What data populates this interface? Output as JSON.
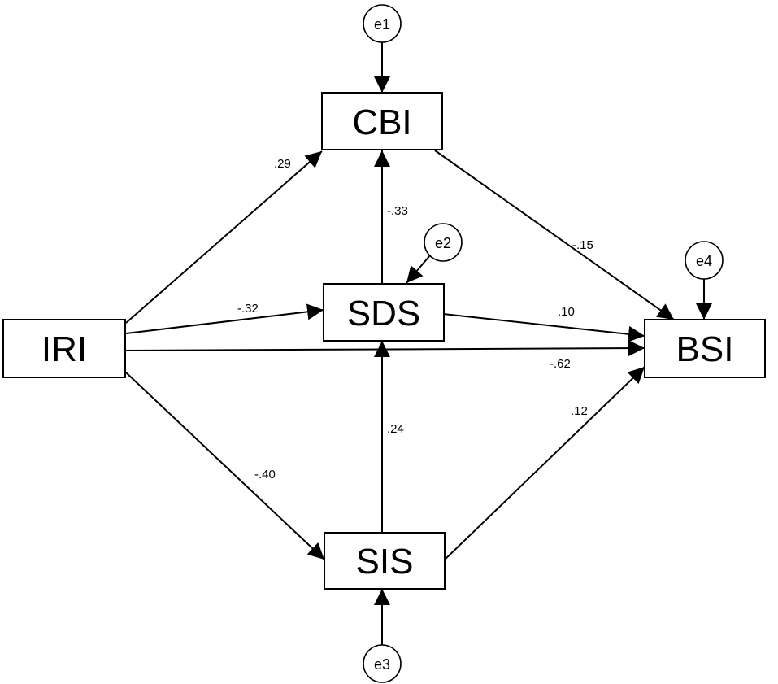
{
  "nodes": {
    "CBI": {
      "label": "CBI"
    },
    "SDS": {
      "label": "SDS"
    },
    "IRI": {
      "label": "IRI"
    },
    "BSI": {
      "label": "BSI"
    },
    "SIS": {
      "label": "SIS"
    }
  },
  "errors": {
    "e1": {
      "label": "e1",
      "target": "CBI"
    },
    "e2": {
      "label": "e2",
      "target": "SDS"
    },
    "e3": {
      "label": "e3",
      "target": "SIS"
    },
    "e4": {
      "label": "e4",
      "target": "BSI"
    }
  },
  "paths": [
    {
      "from": "IRI",
      "to": "CBI",
      "coef": ".29"
    },
    {
      "from": "IRI",
      "to": "SDS",
      "coef": "-.32"
    },
    {
      "from": "IRI",
      "to": "BSI",
      "coef": "-.62"
    },
    {
      "from": "IRI",
      "to": "SIS",
      "coef": "-.40"
    },
    {
      "from": "SDS",
      "to": "CBI",
      "coef": "-.33"
    },
    {
      "from": "SIS",
      "to": "SDS",
      "coef": ".24"
    },
    {
      "from": "CBI",
      "to": "BSI",
      "coef": "-.15"
    },
    {
      "from": "SDS",
      "to": "BSI",
      "coef": ".10"
    },
    {
      "from": "SIS",
      "to": "BSI",
      "coef": ".12"
    }
  ]
}
